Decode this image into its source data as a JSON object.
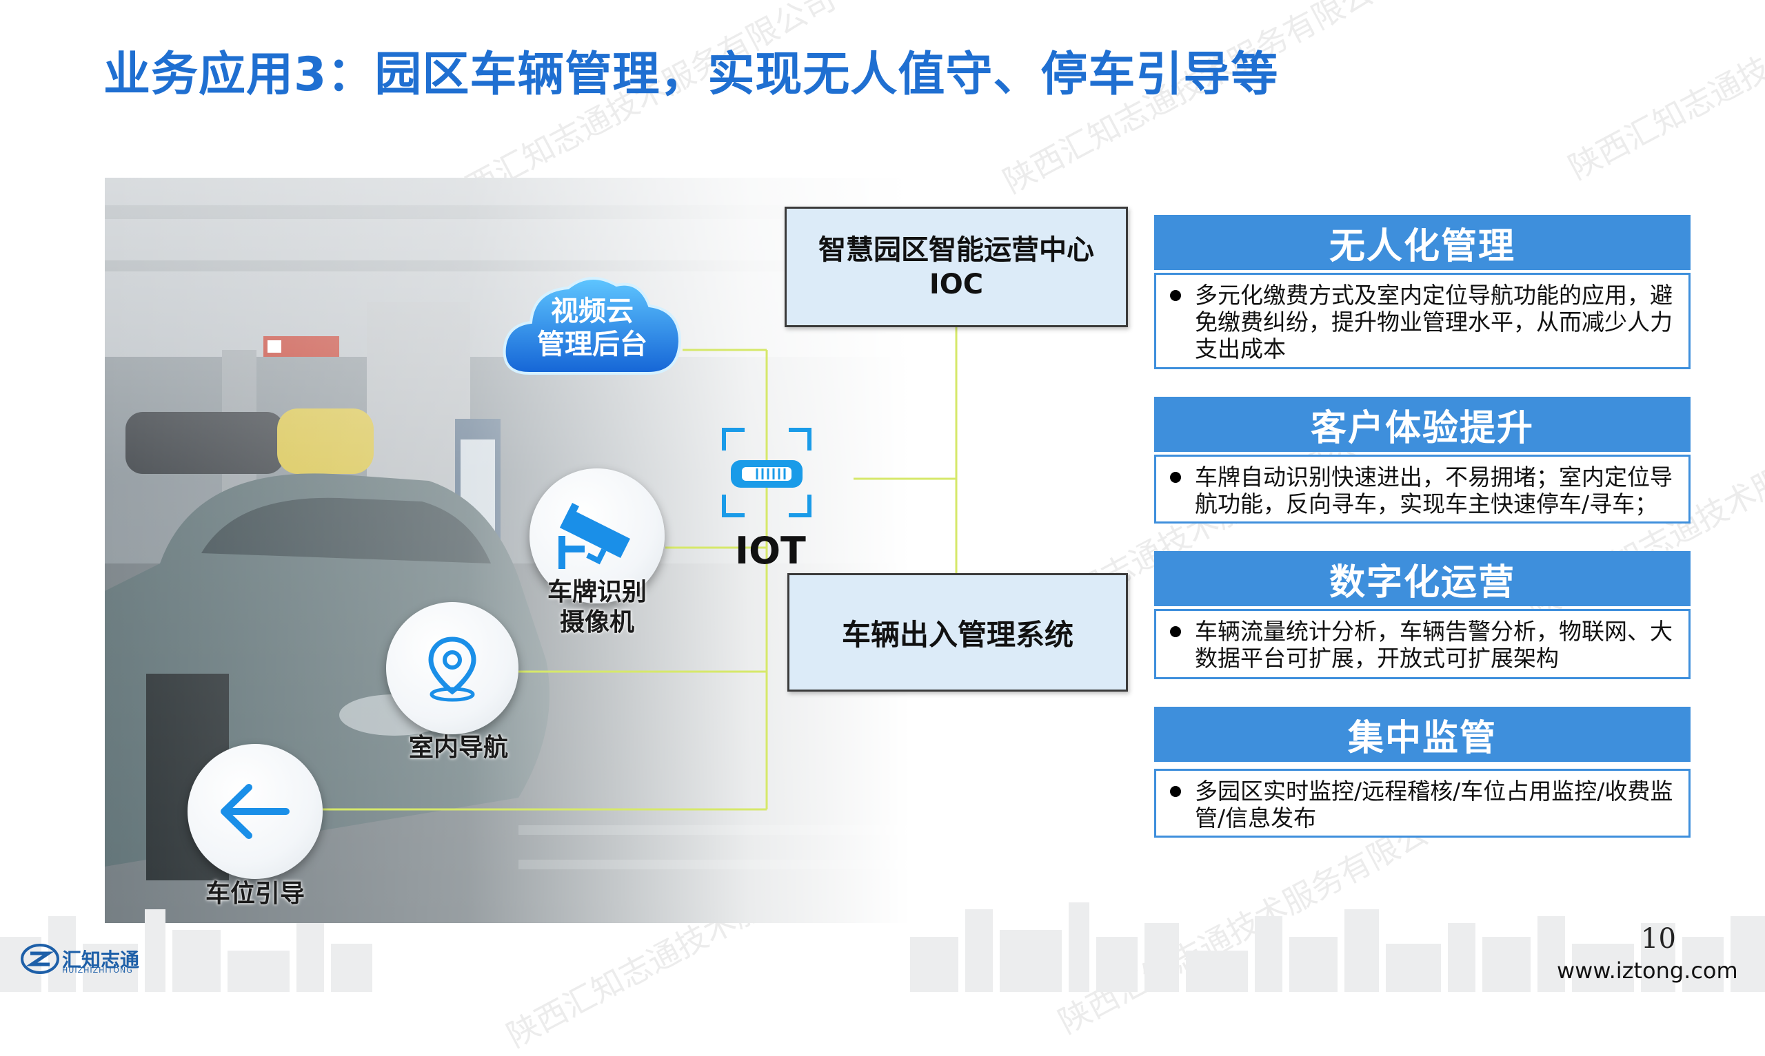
{
  "title": "业务应用3：园区车辆管理，实现无人值守、停车引导等",
  "ioc": {
    "line1": "智慧园区智能运营中心",
    "line2": "IOC"
  },
  "vehicle_system": "车辆出入管理系统",
  "cloud": {
    "line1": "视频云",
    "line2": "管理后台"
  },
  "iot_label": "IOT",
  "nodes": {
    "camera": {
      "line1": "车牌识别",
      "line2": "摄像机"
    },
    "navigation": "室内导航",
    "parking_guide": "车位引导"
  },
  "panels": [
    {
      "title": "无人化管理",
      "text": "多元化缴费方式及室内定位导航功能的应用，避免缴费纠纷，提升物业管理水平，从而减少人力支出成本"
    },
    {
      "title": "客户体验提升",
      "text": "车牌自动识别快速进出，不易拥堵；室内定位导航功能，反向寻车，实现车主快速停车/寻车；"
    },
    {
      "title": "数字化运营",
      "text": "车辆流量统计分析，车辆告警分析，物联网、大数据平台可扩展，开放式可扩展架构"
    },
    {
      "title": "集中监管",
      "text": "多园区实时监控/远程稽核/车位占用监控/收费监管/信息发布"
    }
  ],
  "footer": {
    "page_number": "10",
    "website": "www.iztong.com",
    "logo_name": "汇知志通",
    "logo_sub": "HUIZHIZHITONG"
  },
  "colors": {
    "title": "#1f6fd1",
    "panel_header": "#3e8fdc",
    "connector": "#d6e86a",
    "box_fill": "#dcebf8"
  },
  "icons": [
    "cloud-icon",
    "iot-chip-icon",
    "camera-icon",
    "location-pin-icon",
    "arrow-left-icon",
    "logo-icon"
  ]
}
